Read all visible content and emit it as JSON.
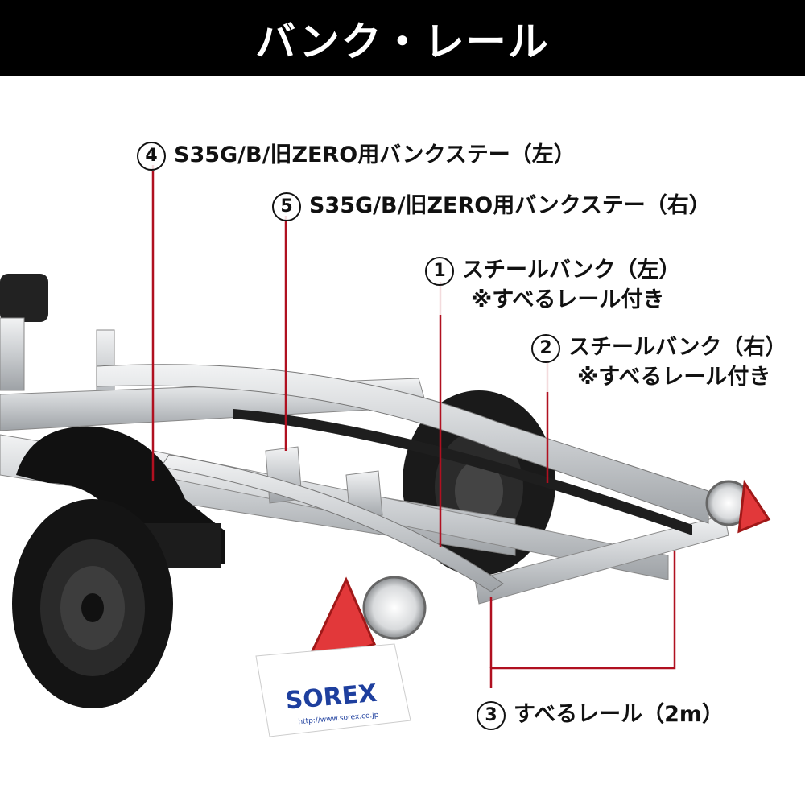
{
  "header": {
    "title": "バンク・レール"
  },
  "callouts": {
    "c4": {
      "number": "4",
      "label": "S35G/B/旧ZERO用バンクステー（左）"
    },
    "c5": {
      "number": "5",
      "label": "S35G/B/旧ZERO用バンクステー（右）"
    },
    "c1": {
      "number": "1",
      "label": "スチールバンク（左）",
      "note": "※すべるレール付き"
    },
    "c2": {
      "number": "2",
      "label": "スチールバンク（右）",
      "note": "※すべるレール付き"
    },
    "c3": {
      "number": "3",
      "label": "すべるレール（2m）"
    }
  },
  "plate": {
    "brand": "SOREX",
    "url": "http://www.sorex.co.jp"
  },
  "colors": {
    "leader": "#b01020",
    "header_bg": "#000000",
    "header_text": "#ffffff"
  }
}
